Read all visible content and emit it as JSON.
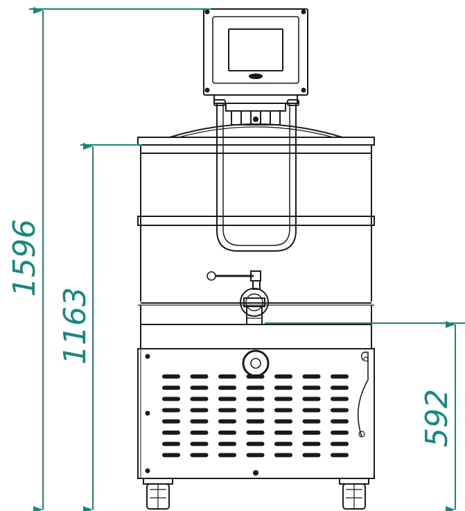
{
  "drawing": {
    "line_color": "#1a1a1a",
    "dimension_color": "#138a80",
    "background": "#ffffff"
  },
  "dimensions": [
    {
      "id": "total-height",
      "value": "1596"
    },
    {
      "id": "body-height",
      "value": "1163"
    },
    {
      "id": "outlet-height",
      "value": "592"
    }
  ]
}
